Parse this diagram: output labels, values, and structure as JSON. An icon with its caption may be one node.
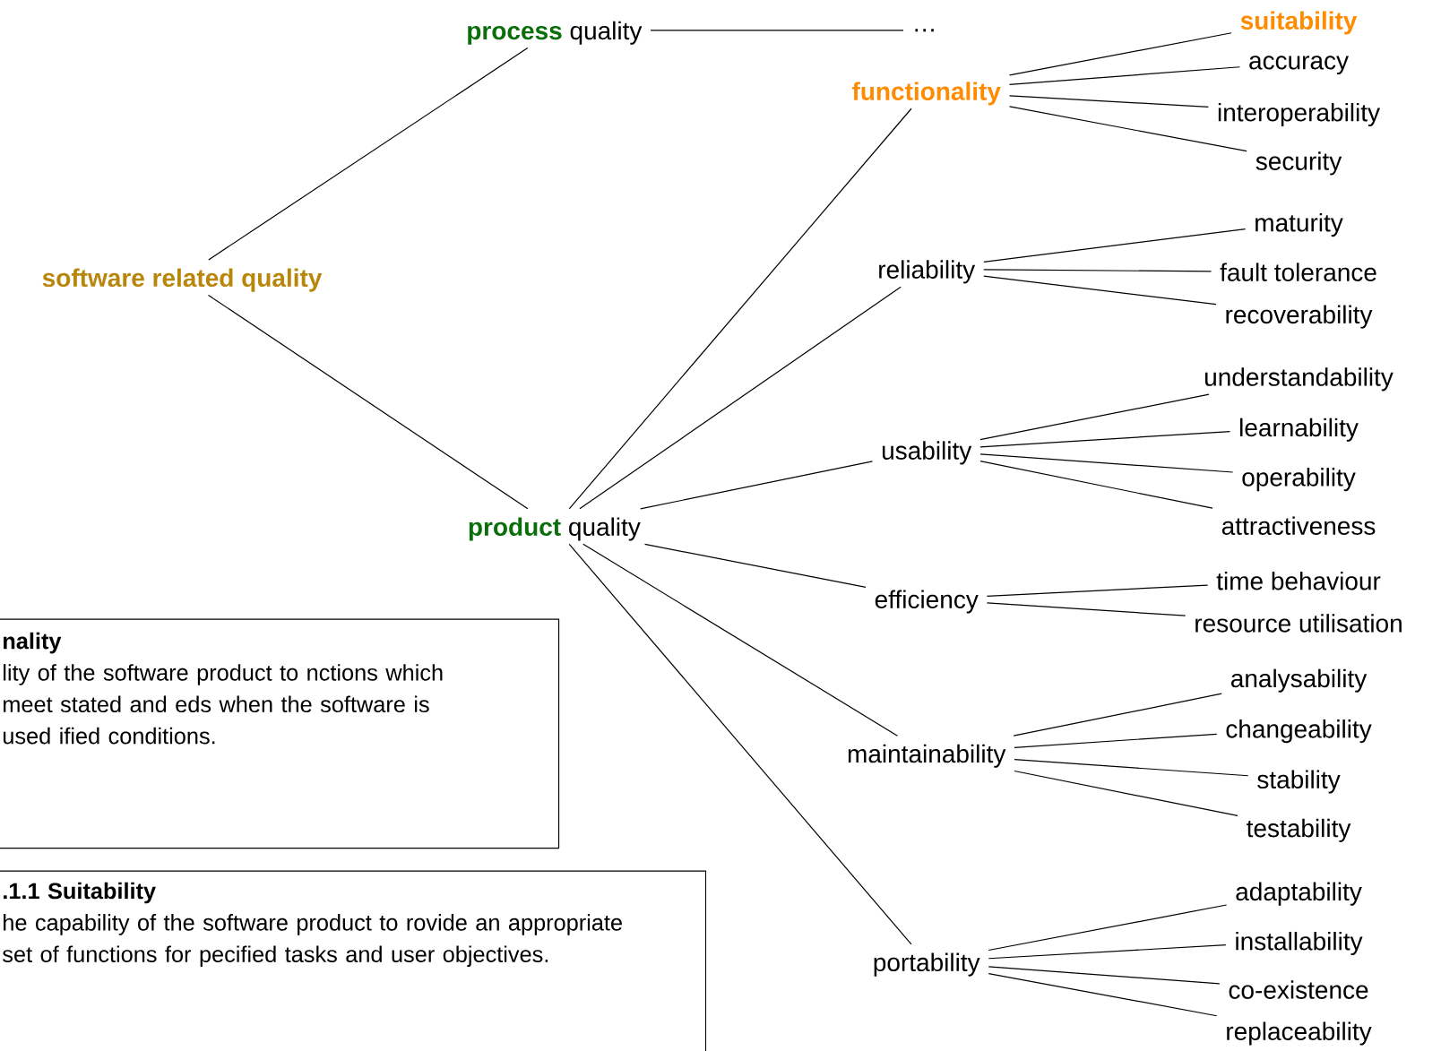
{
  "diagram": {
    "nodes": [
      {
        "text": [
          "process",
          "quality"
        ]
      },
      {
        "text": [
          "…"
        ]
      },
      {
        "text": [
          "software related quality"
        ]
      },
      {
        "text": [
          "product",
          "quality"
        ]
      },
      {
        "text": [
          "functionality"
        ]
      },
      {
        "text": [
          "suitability"
        ]
      },
      {
        "text": [
          "accuracy"
        ]
      },
      {
        "text": [
          "interoperability"
        ]
      },
      {
        "text": [
          "security"
        ]
      },
      {
        "text": [
          "reliability"
        ]
      },
      {
        "text": [
          "maturity"
        ]
      },
      {
        "text": [
          "fault tolerance"
        ]
      },
      {
        "text": [
          "recoverability"
        ]
      },
      {
        "text": [
          "usability"
        ]
      },
      {
        "text": [
          "understandability"
        ]
      },
      {
        "text": [
          "learnability"
        ]
      },
      {
        "text": [
          "operability"
        ]
      },
      {
        "text": [
          "attractiveness"
        ]
      },
      {
        "text": [
          "efficiency"
        ]
      },
      {
        "text": [
          "time behaviour"
        ]
      },
      {
        "text": [
          "resource utilisation"
        ]
      },
      {
        "text": [
          "maintainability"
        ]
      },
      {
        "text": [
          "analysability"
        ]
      },
      {
        "text": [
          "changeability"
        ]
      },
      {
        "text": [
          "stability"
        ]
      },
      {
        "text": [
          "testability"
        ]
      },
      {
        "text": [
          "portability"
        ]
      },
      {
        "text": [
          "adaptability"
        ]
      },
      {
        "text": [
          "installability"
        ]
      },
      {
        "text": [
          "co-existence"
        ]
      },
      {
        "text": [
          "replaceability"
        ]
      },
      {
        "text": [
          "nality",
          "lity of the software product to nctions which meet stated and eds when the software is used ified conditions."
        ]
      },
      {
        "text": [
          ".1.1 Suitability",
          "he capability of the software product to rovide an appropriate set of functions for pecified tasks and user objectives."
        ]
      }
    ],
    "edges": [
      {
        "from": 0,
        "to": 1,
        "arrow": "none"
      },
      {
        "from": 2,
        "to": 0,
        "arrow": "none"
      },
      {
        "from": 2,
        "to": 3,
        "arrow": "none"
      },
      {
        "from": 3,
        "to": 4,
        "arrow": "none"
      },
      {
        "from": 3,
        "to": 9,
        "arrow": "none"
      },
      {
        "from": 3,
        "to": 13,
        "arrow": "none"
      },
      {
        "from": 3,
        "to": 18,
        "arrow": "none"
      },
      {
        "from": 3,
        "to": 21,
        "arrow": "none"
      },
      {
        "from": 3,
        "to": 26,
        "arrow": "none"
      },
      {
        "from": 4,
        "to": 5,
        "arrow": "none"
      },
      {
        "from": 4,
        "to": 6,
        "arrow": "none"
      },
      {
        "from": 4,
        "to": 7,
        "arrow": "none"
      },
      {
        "from": 4,
        "to": 8,
        "arrow": "none"
      },
      {
        "from": 9,
        "to": 10,
        "arrow": "none"
      },
      {
        "from": 9,
        "to": 11,
        "arrow": "none"
      },
      {
        "from": 9,
        "to": 12,
        "arrow": "none"
      },
      {
        "from": 13,
        "to": 14,
        "arrow": "none"
      },
      {
        "from": 13,
        "to": 15,
        "arrow": "none"
      },
      {
        "from": 13,
        "to": 16,
        "arrow": "none"
      },
      {
        "from": 13,
        "to": 17,
        "arrow": "none"
      },
      {
        "from": 18,
        "to": 19,
        "arrow": "none"
      },
      {
        "from": 18,
        "to": 20,
        "arrow": "none"
      },
      {
        "from": 21,
        "to": 22,
        "arrow": "none"
      },
      {
        "from": 21,
        "to": 23,
        "arrow": "none"
      },
      {
        "from": 21,
        "to": 24,
        "arrow": "none"
      },
      {
        "from": 21,
        "to": 25,
        "arrow": "none"
      },
      {
        "from": 26,
        "to": 27,
        "arrow": "none"
      },
      {
        "from": 26,
        "to": 28,
        "arrow": "none"
      },
      {
        "from": 26,
        "to": 29,
        "arrow": "none"
      },
      {
        "from": 26,
        "to": 30,
        "arrow": "none"
      }
    ]
  }
}
